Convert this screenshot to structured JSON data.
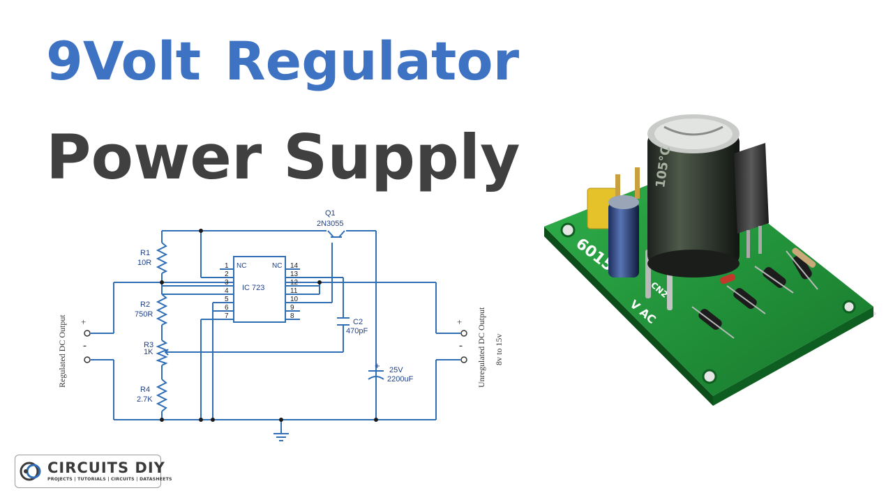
{
  "title": {
    "line1_word1": "9Volt",
    "line1_word2": "Regulator",
    "line2": "Power Supply"
  },
  "schematic": {
    "q1_name": "Q1",
    "q1_part": "2N3055",
    "r1_name": "R1",
    "r1_value": "10R",
    "r2_name": "R2",
    "r2_value": "750R",
    "r3_name": "R3",
    "r3_value": "1K",
    "r4_name": "R4",
    "r4_value": "2.7K",
    "c2_name": "C2",
    "c2_value": "470pF",
    "c1_voltage": "25V",
    "c1_value": "2200uF",
    "ic_label": "IC 723",
    "nc_left": "NC",
    "nc_right": "NC",
    "pins_left": [
      "1",
      "2",
      "3",
      "4",
      "5",
      "6",
      "7"
    ],
    "pins_right": [
      "14",
      "13",
      "12",
      "11",
      "10",
      "9",
      "8"
    ],
    "left_label": "Regulated DC Output",
    "right_label": "Unregulated DC Output",
    "right_range": "8v to 15v",
    "plus": "+",
    "minus": "-"
  },
  "photo_markings": {
    "cap_text": "105°C",
    "board_text": "6015",
    "vac_text": "V AC",
    "cn_text": "CN2"
  },
  "logo": {
    "name": "CIRCUITS DIY",
    "tagline": "PROJECTS | TUTORIALS | CIRCUITS | DATASHEETS"
  },
  "colors": {
    "title_blue": "#3e73c4",
    "title_gray": "#404040",
    "wire": "#2f6db5",
    "pcb_green": "#1f9a3a"
  }
}
